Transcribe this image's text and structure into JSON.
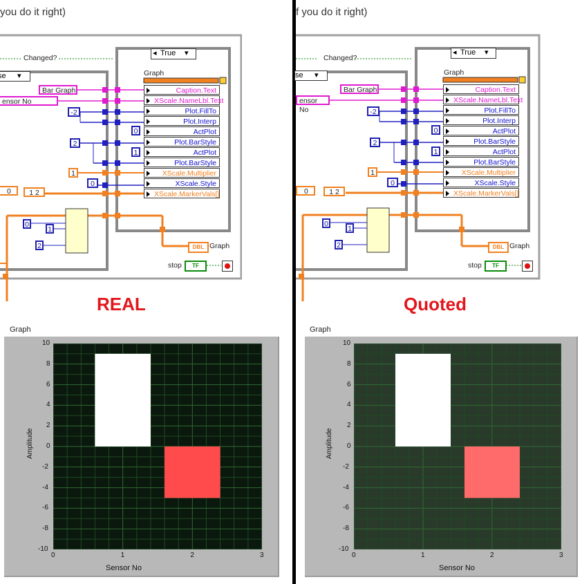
{
  "header_left": "you do it right)",
  "header_right": "f you do it right)",
  "titles": {
    "left": "REAL",
    "right": "Quoted"
  },
  "diagram": {
    "changed_label": "Changed?",
    "case_true": "True",
    "case_partial": "se",
    "graph_title": "Graph",
    "bar_graph_const": "Bar Graph",
    "sensor_no_const": "ensor No",
    "property_nodes": [
      "Caption.Text",
      "XScale.NameLbl.Text",
      "Plot.FillTo",
      "Plot.Interp",
      "ActPlot",
      "Plot.BarStyle",
      "ActPlot",
      "Plot.BarStyle",
      "XScale.Multiplier",
      "XScale.Style",
      "XScale.MarkerVals[]"
    ],
    "constants": {
      "fillto": "-2",
      "barstyle_left": "2",
      "actplot0": "0",
      "actplot1": "1",
      "multiplier": "1",
      "style": "0",
      "array_left": "0",
      "array_12": "1 2",
      "bundle0": "0",
      "bundle1": "1",
      "bundle2": "2"
    },
    "dbl_label": "DBL",
    "graph_terminal": "Graph",
    "stop_label": "stop",
    "tf_label": "TF"
  },
  "chart_data": [
    {
      "type": "bar",
      "title": "Graph",
      "xlabel": "Sensor No",
      "ylabel": "Amplitude",
      "xlim": [
        0,
        3
      ],
      "ylim": [
        -10,
        10
      ],
      "xticks": [
        "0",
        "1",
        "2",
        "3"
      ],
      "yticks": [
        "10",
        "8",
        "6",
        "4",
        "2",
        "0",
        "-2",
        "-4",
        "-6",
        "-8",
        "-10"
      ],
      "grid": true,
      "background": "#0b180d",
      "series": [
        {
          "x": 1,
          "from": 0,
          "to": 9,
          "width": 0.8,
          "color": "#ffffff"
        },
        {
          "x": 2,
          "from": -5,
          "to": 0,
          "width": 0.8,
          "color": "#ff4b4b"
        }
      ]
    },
    {
      "type": "bar",
      "title": "Graph",
      "xlabel": "Sensor No",
      "ylabel": "Amplitude",
      "xlim": [
        0,
        3
      ],
      "ylim": [
        -10,
        10
      ],
      "xticks": [
        "0",
        "1",
        "2",
        "3"
      ],
      "yticks": [
        "10",
        "8",
        "6",
        "4",
        "2",
        "0",
        "-2",
        "-4",
        "-6",
        "-8",
        "-10"
      ],
      "grid": true,
      "background": "#293a2b",
      "series": [
        {
          "x": 1,
          "from": 0,
          "to": 9,
          "width": 0.8,
          "color": "#ffffff"
        },
        {
          "x": 2,
          "from": -5,
          "to": 0,
          "width": 0.8,
          "color": "#ff6a6a"
        }
      ]
    }
  ]
}
